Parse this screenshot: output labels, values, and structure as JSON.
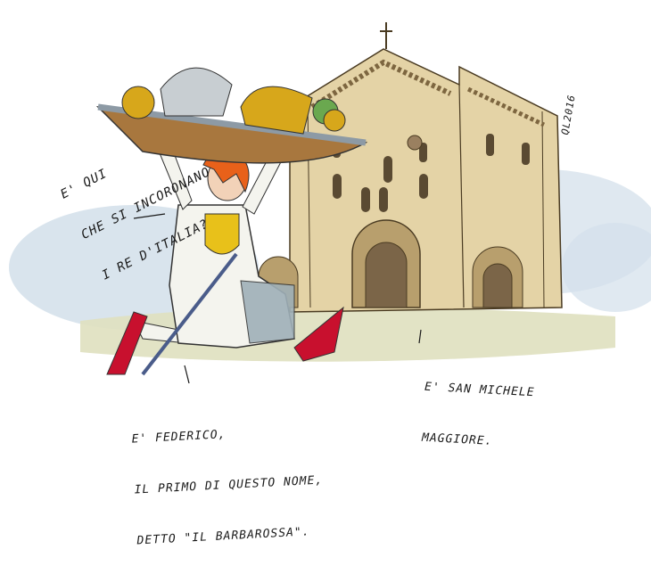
{
  "speech": {
    "line1": "E' QUI",
    "line2": "CHE SI INCORONANO",
    "line3": "I RE D'ITALIA?"
  },
  "caption_left": {
    "line1": "E' FEDERICO,",
    "line2": "IL PRIMO DI QUESTO NOME,",
    "line3": "DETTO \"IL BARBAROSSA\"."
  },
  "caption_right": {
    "line1": "E' SAN MICHELE",
    "line2": "MAGGIORE."
  },
  "signature": "QL2016",
  "colors": {
    "facade": "#e4d3a6",
    "stone_shadow": "#b89f6d",
    "sky_wash": "#c9d8e6",
    "ground": "#dfe0bf",
    "tunic": "#f4f4ee",
    "shield_yellow": "#e8c11a",
    "boots_red": "#c8102e",
    "hair_orange": "#e8611a",
    "tray_wood": "#a8773e",
    "gold": "#d7a71b",
    "ink": "#1a1a1a"
  }
}
